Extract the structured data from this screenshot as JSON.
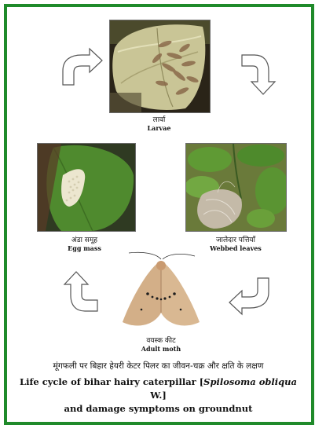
{
  "stages": {
    "larvae": {
      "hindi": "लार्वा",
      "english": "Larvae"
    },
    "egg_mass": {
      "hindi": "अंडा समूह",
      "english": "Egg mass"
    },
    "webbed_leaves": {
      "hindi": "जालेदार पत्तियाँ",
      "english": "Webbed leaves"
    },
    "adult_moth": {
      "hindi": "वयस्क कीट",
      "english": "Adult moth"
    }
  },
  "caption": {
    "hindi": "मूंगफली पर बिहार हेयरी केटर पिलर का जीवन-चक्र और क्षति के लक्षण",
    "english_pre": "Life cycle of bihar hairy caterpillar [",
    "english_species": "Spilosoma obliqua",
    "english_post": " W.]",
    "english_line2": "and damage symptoms on groundnut"
  },
  "colors": {
    "frame": "#1f8a2a",
    "arrow_outline": "#555555"
  }
}
